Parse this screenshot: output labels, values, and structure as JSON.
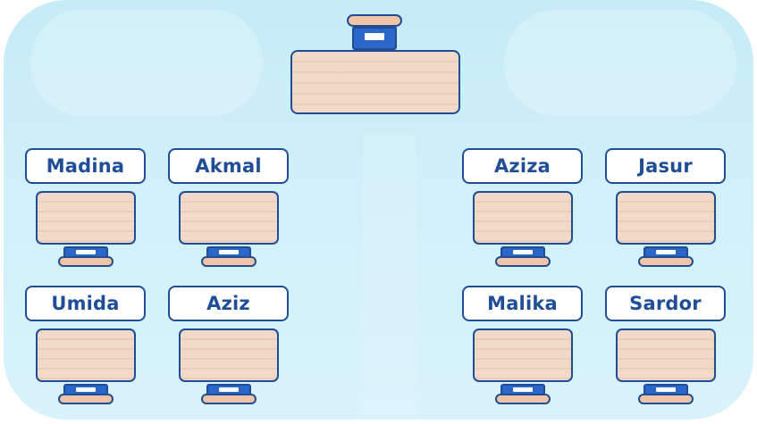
{
  "diagram": {
    "teacher": {
      "desk_label": "",
      "chair": "teacher-chair"
    },
    "seats": [
      {
        "name": "Madina",
        "group": "left",
        "row": 1,
        "col": 1
      },
      {
        "name": "Akmal",
        "group": "left",
        "row": 1,
        "col": 2
      },
      {
        "name": "Umida",
        "group": "left",
        "row": 2,
        "col": 1
      },
      {
        "name": "Aziz",
        "group": "left",
        "row": 2,
        "col": 2
      },
      {
        "name": "Aziza",
        "group": "right",
        "row": 1,
        "col": 1
      },
      {
        "name": "Jasur",
        "group": "right",
        "row": 1,
        "col": 2
      },
      {
        "name": "Malika",
        "group": "right",
        "row": 2,
        "col": 1
      },
      {
        "name": "Sardor",
        "group": "right",
        "row": 2,
        "col": 2
      }
    ],
    "colors": {
      "outline": "#1f4e96",
      "chair_back": "#2b67c9",
      "desk_wood": "#f2d9c8",
      "chair_seat": "#f0c4a6",
      "background": "#c6ecf7",
      "tag_background": "#ffffff"
    }
  }
}
